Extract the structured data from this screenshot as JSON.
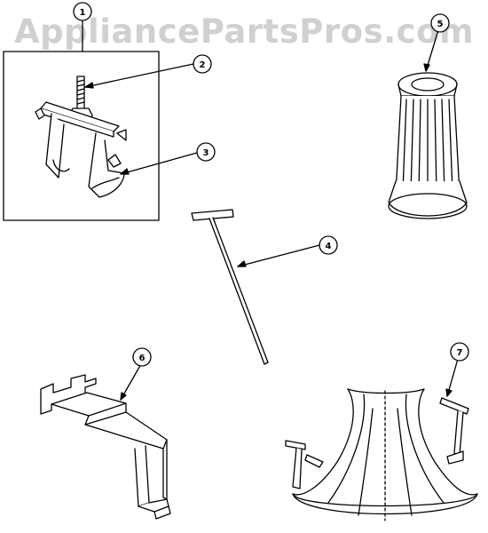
{
  "watermark": "AppliancePartsPros.com",
  "callouts": [
    "1",
    "2",
    "3",
    "4",
    "5",
    "6",
    "7"
  ],
  "colors": {
    "line": "#000000",
    "fill": "#ffffff",
    "watermark": "#d0d0d0"
  }
}
